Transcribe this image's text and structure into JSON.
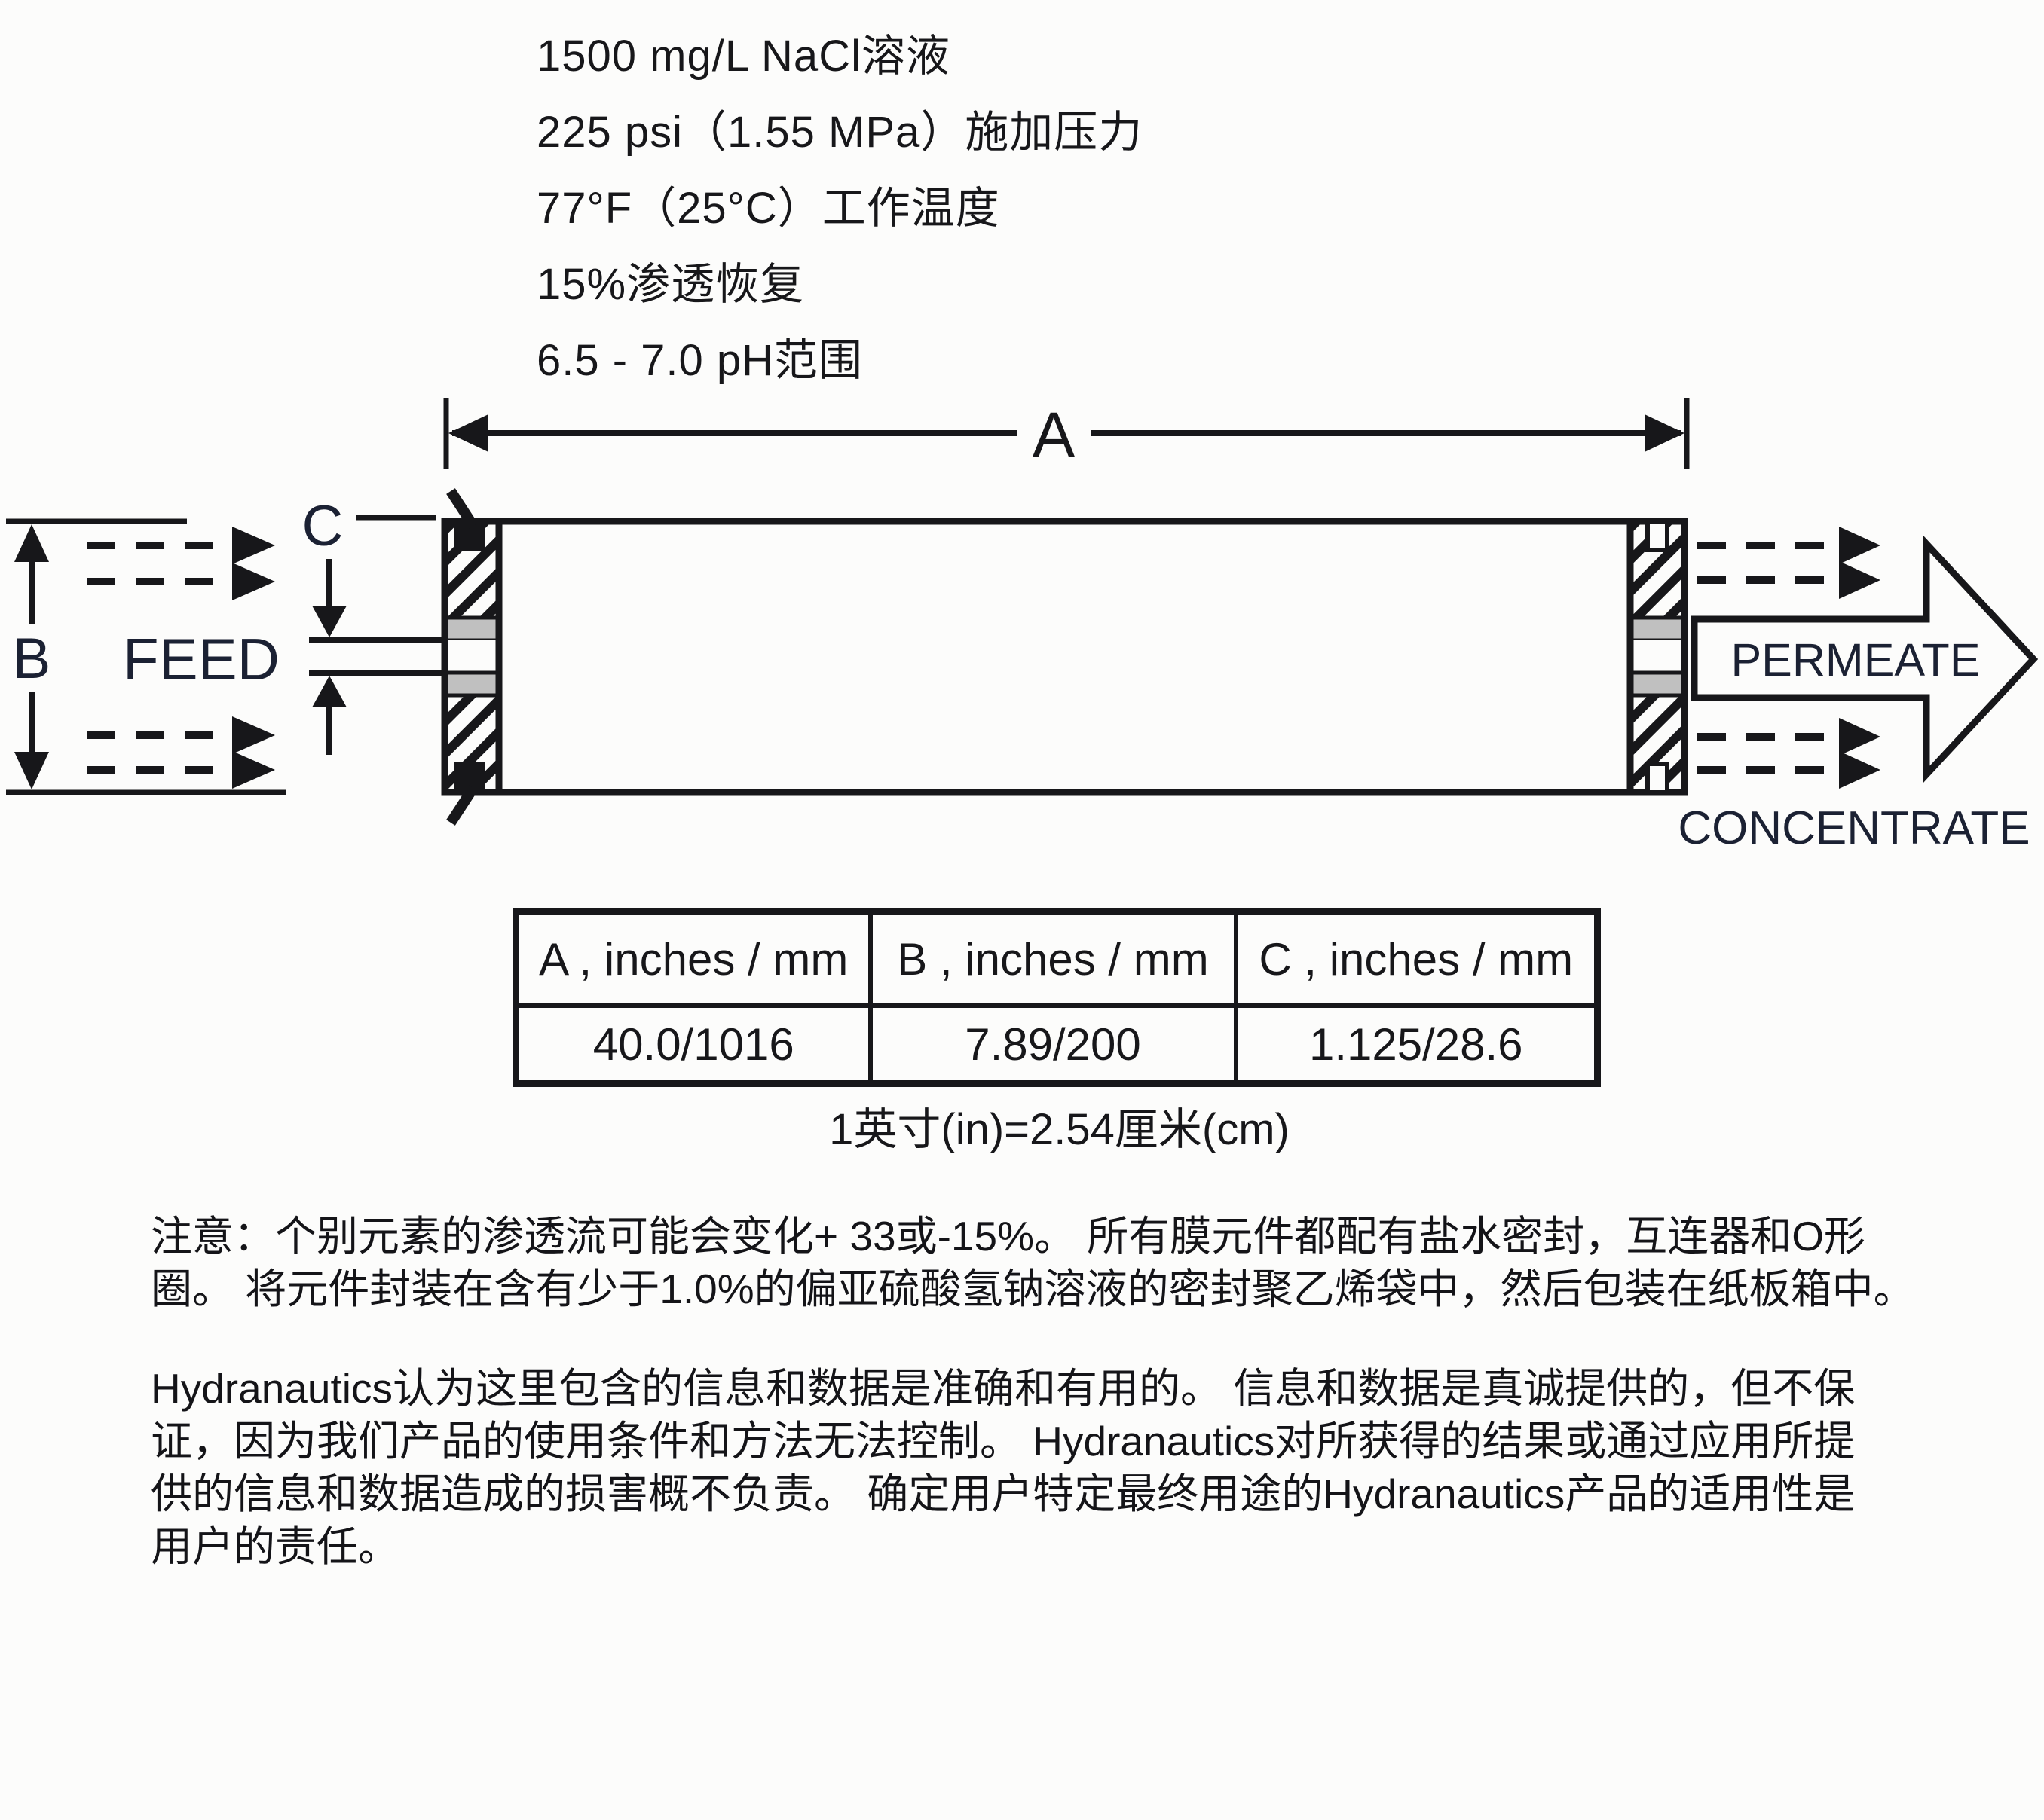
{
  "colors": {
    "background": "#fcfcfb",
    "ink": "#17171a",
    "label_ink": "#1b2133",
    "oring_gray": "#c0c0c0"
  },
  "spec_conditions": {
    "lines": [
      "1500 mg/L NaCl溶液",
      "225 psi（1.55 MPa）施加压力",
      "77°F（25°C）工作温度",
      "15%渗透恢复",
      "6.5 - 7.0 pH范围"
    ]
  },
  "diagram": {
    "dim_a_label": "A",
    "dim_b_label": "B",
    "dim_c_label": "C",
    "feed_label": "FEED",
    "permeate_label": "PERMEATE",
    "concentrate_label": "CONCENTRATE"
  },
  "dimensions_table": {
    "headers": [
      "A , inches / mm",
      "B , inches / mm",
      "C , inches / mm"
    ],
    "values": [
      "40.0/1016",
      "7.89/200",
      "1.125/28.6"
    ]
  },
  "conversion_note": "1英寸(in)=2.54厘米(cm)",
  "notes": {
    "packaging_lines": [
      "注意：个别元素的渗透流可能会变化+ 33或-15%。 所有膜元件都配有盐水密封，互连器和O形",
      "圈。 将元件封装在含有少于1.0%的偏亚硫酸氢钠溶液的密封聚乙烯袋中，然后包装在纸板箱中。"
    ],
    "disclaimer_lines": [
      "Hydranautics认为这里包含的信息和数据是准确和有用的。 信息和数据是真诚提供的，但不保",
      "证，因为我们产品的使用条件和方法无法控制。 Hydranautics对所获得的结果或通过应用所提",
      "供的信息和数据造成的损害概不负责。 确定用户特定最终用途的Hydranautics产品的适用性是",
      "用户的责任。"
    ]
  }
}
